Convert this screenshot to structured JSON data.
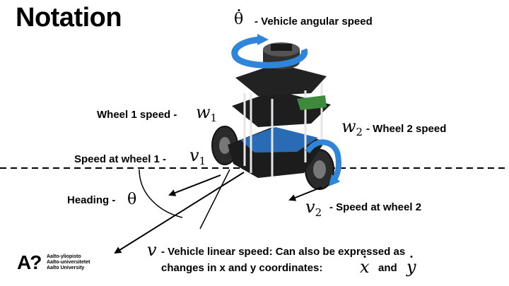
{
  "title": "Notation",
  "labels": {
    "angular_speed": "- Vehicle angular speed",
    "wheel1_speed": "Wheel 1 speed -",
    "wheel2_speed": "- Wheel 2 speed",
    "speed_at_wheel1": "Speed at wheel 1 -",
    "speed_at_wheel2": "- Speed at wheel 2",
    "heading": "Heading -",
    "linear_speed_line1": "- Vehicle linear speed: Can also be expressed as",
    "linear_speed_line2": "changes in x and y coordinates:",
    "and": "and"
  },
  "symbols": {
    "theta": "θ",
    "w": "w",
    "v": "v",
    "x": "x",
    "y": "y",
    "sub1": "1",
    "sub2": "2"
  },
  "logo": {
    "mark": "A?",
    "lines": [
      "Aalto-yliopisto",
      "Aalto-universitetet",
      "Aalto University"
    ]
  },
  "colors": {
    "rotation_arrow": "#2f86d8",
    "robot_body": "#1c1c1c",
    "robot_board": "#2a6bb5"
  }
}
